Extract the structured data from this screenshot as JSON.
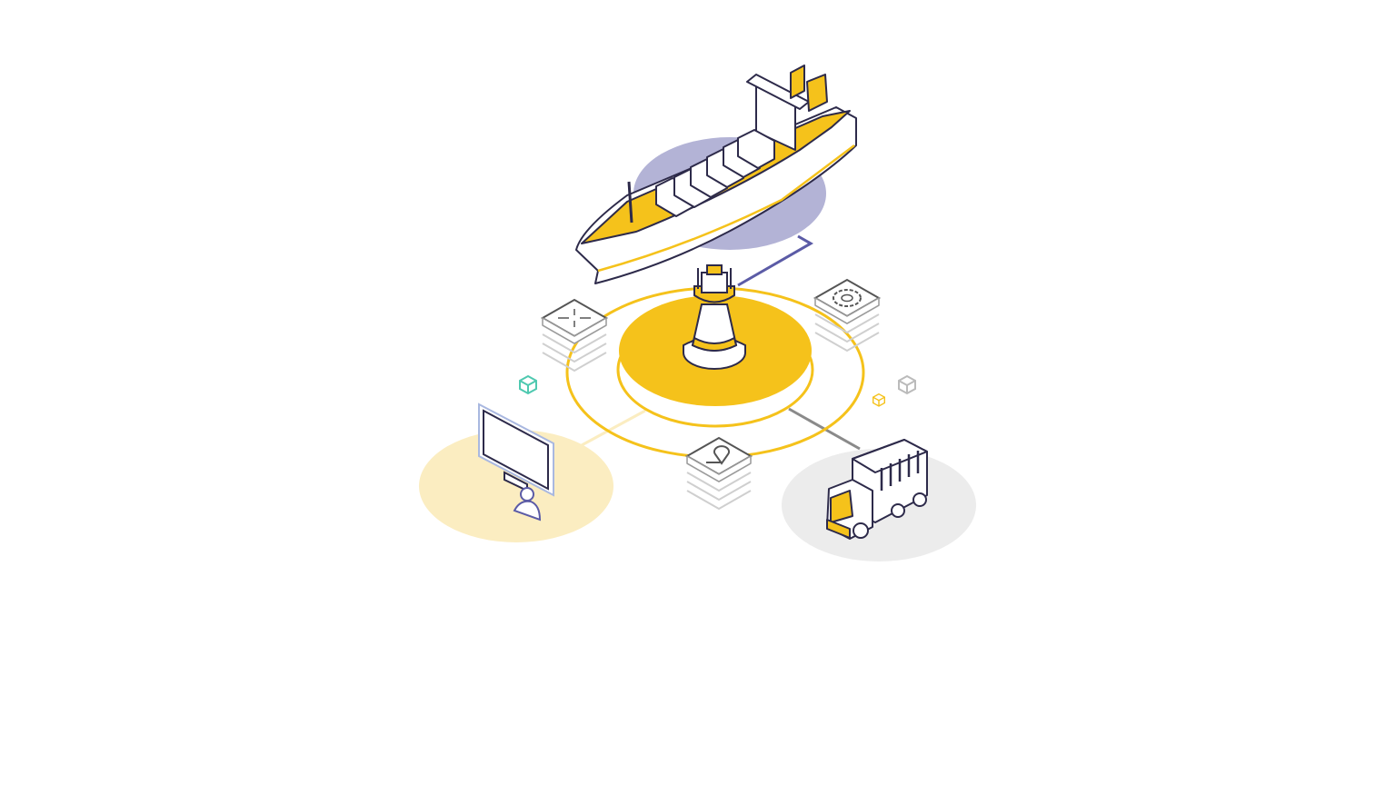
{
  "illustration": {
    "colors": {
      "accent_yellow": "#f5c21b",
      "light_yellow": "#fbedc1",
      "purple_blob": "#b3b3d6",
      "outline_dark": "#2d2a4a",
      "gray_pad": "#ececec",
      "stack_gray": "#cfcfcf",
      "teal": "#4fc9b0",
      "line_purple": "#5b5ba6",
      "line_gray": "#8a8a8a"
    },
    "elements": [
      {
        "name": "container-ship",
        "icon": "ship-icon"
      },
      {
        "name": "control-tower",
        "icon": "tower-icon"
      },
      {
        "name": "monitor-user",
        "icon": "monitor-user-icon"
      },
      {
        "name": "delivery-truck",
        "icon": "truck-icon"
      },
      {
        "name": "stack-crosshair",
        "icon": "crosshair-icon"
      },
      {
        "name": "stack-settings",
        "icon": "gear-icon"
      },
      {
        "name": "stack-location",
        "icon": "location-pin-icon"
      }
    ]
  }
}
